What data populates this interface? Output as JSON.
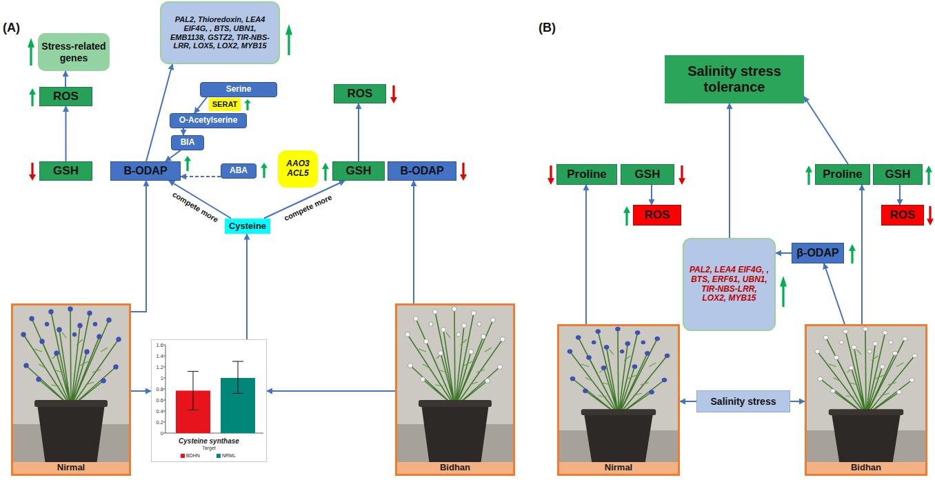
{
  "diagram": {
    "nodes": [
      {
        "text": [
          "Stress-related genes"
        ]
      },
      {
        "text": [
          "PAL2, Thioredoxin, LEA4 EIF4G, , BTS, UBN1, EMB1138, GSTZ2, TIR-NBS-LRR, LOX5, LOX2, MYB15"
        ]
      },
      {
        "text": [
          "ROS"
        ]
      },
      {
        "text": [
          "Serine"
        ]
      },
      {
        "text": [
          "SERAT"
        ]
      },
      {
        "text": [
          "O-Acetylserine"
        ]
      },
      {
        "text": [
          "BIA"
        ]
      },
      {
        "text": [
          "ROS"
        ]
      },
      {
        "text": [
          "GSH"
        ]
      },
      {
        "text": [
          "B-ODAP"
        ]
      },
      {
        "text": [
          "ABA"
        ]
      },
      {
        "text": [
          "AAO3 ACL5"
        ]
      },
      {
        "text": [
          "GSH"
        ]
      },
      {
        "text": [
          "B-ODAP"
        ]
      },
      {
        "text": [
          "Cysteine"
        ]
      },
      {
        "text": [
          "Nirmal"
        ]
      },
      {
        "text": [
          "Cysteine synthase"
        ]
      },
      {
        "text": [
          "Bidhan"
        ]
      },
      {
        "text": [
          "Salinity stress tolerance"
        ]
      },
      {
        "text": [
          "Proline"
        ]
      },
      {
        "text": [
          "GSH"
        ]
      },
      {
        "text": [
          "Proline"
        ]
      },
      {
        "text": [
          "GSH"
        ]
      },
      {
        "text": [
          "ROS"
        ]
      },
      {
        "text": [
          "ROS"
        ]
      },
      {
        "text": [
          "PAL2, LEA4 EIF4G, , BTS, ERF61, UBN1, TIR-NBS-LRR, LOX2, MYB15"
        ]
      },
      {
        "text": [
          "β-ODAP"
        ]
      },
      {
        "text": [
          "Nirmal"
        ]
      },
      {
        "text": [
          "Salinity stress"
        ]
      },
      {
        "text": [
          "Bidhan"
        ]
      }
    ],
    "edges": [
      {
        "from": 2,
        "to": 0,
        "arrow": "to"
      },
      {
        "from": 8,
        "to": 2,
        "arrow": "to"
      },
      {
        "from": 9,
        "to": 1,
        "arrow": "to"
      },
      {
        "from": 10,
        "to": 9,
        "arrow": "to"
      },
      {
        "from": 3,
        "to": 5,
        "arrow": "to"
      },
      {
        "from": 5,
        "to": 6,
        "arrow": "to"
      },
      {
        "from": 6,
        "to": 9,
        "arrow": "to"
      },
      {
        "from": 12,
        "to": 7,
        "arrow": "to"
      },
      {
        "from": 14,
        "to": 9,
        "label": "compete more",
        "arrow": "to"
      },
      {
        "from": 14,
        "to": 12,
        "label": "compete more",
        "arrow": "to"
      },
      {
        "from": 16,
        "to": 14,
        "arrow": "to"
      },
      {
        "from": 15,
        "to": 16,
        "arrow": "to"
      },
      {
        "from": 17,
        "to": 16,
        "arrow": "to"
      },
      {
        "from": 15,
        "to": 9,
        "arrow": "to"
      },
      {
        "from": 17,
        "to": 13,
        "arrow": "to"
      },
      {
        "from": 27,
        "to": 19,
        "arrow": "to"
      },
      {
        "from": 20,
        "to": 23,
        "arrow": "to"
      },
      {
        "from": 29,
        "to": 21,
        "arrow": "to"
      },
      {
        "from": 29,
        "to": 26,
        "arrow": "to"
      },
      {
        "from": 26,
        "to": 25,
        "arrow": "to"
      },
      {
        "from": 22,
        "to": 24,
        "arrow": "to"
      },
      {
        "from": 25,
        "to": 18,
        "arrow": "to"
      },
      {
        "from": 21,
        "to": 18,
        "arrow": "to"
      },
      {
        "from": 28,
        "to": 27,
        "arrow": "to"
      },
      {
        "from": 28,
        "to": 29,
        "arrow": "to"
      }
    ],
    "labels": [
      "(A)",
      "(B)",
      "1.6",
      "1.4",
      "1.2",
      "1",
      "0.8",
      "0.6",
      "0.4",
      "0.2",
      "0",
      "Target"
    ],
    "legend": [
      {
        "text": "BDHN",
        "color": "#e8141b"
      },
      {
        "text": "NRML",
        "color": "#00877a"
      }
    ]
  }
}
